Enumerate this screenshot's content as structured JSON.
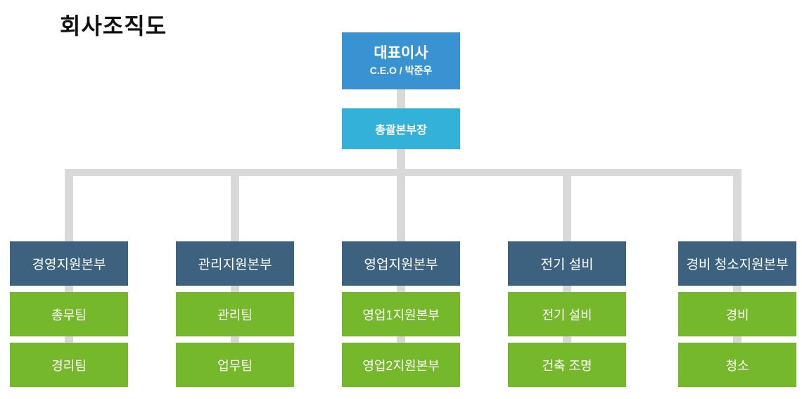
{
  "title": "회사조직도",
  "colors": {
    "ceo_blue": "#3993d3",
    "director_cyan": "#33b1d8",
    "division_slate": "#3d6280",
    "team_green": "#76b82b",
    "connector_gray": "#d9d9d9",
    "box_text": "#ffffff",
    "title_text": "#111111"
  },
  "org": {
    "ceo": {
      "title": "대표이사",
      "subtitle": "C.E.O / 박준우"
    },
    "director": {
      "title": "총괄본부장"
    },
    "divisions": [
      {
        "name": "경영지원본부",
        "teams": [
          "총무팀",
          "경리팀"
        ]
      },
      {
        "name": "관리지원본부",
        "teams": [
          "관리팀",
          "업무팀"
        ]
      },
      {
        "name": "영업지원본부",
        "teams": [
          "영업1지원본부",
          "영업2지원본부"
        ]
      },
      {
        "name": "전기 설비",
        "teams": [
          "전기 설비",
          "건축 조명"
        ]
      },
      {
        "name": "경비 청소지원본부",
        "teams": [
          "경비",
          "청소"
        ]
      }
    ]
  }
}
